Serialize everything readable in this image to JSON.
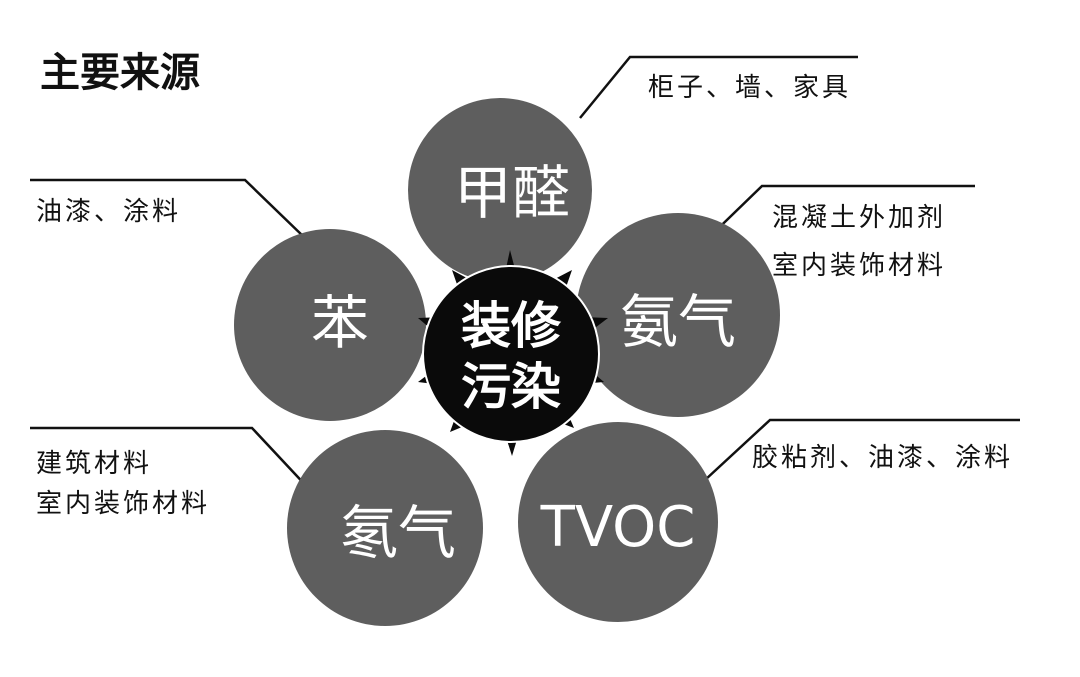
{
  "title": "主要来源",
  "center": {
    "line1": "装修",
    "line2": "污染"
  },
  "petals": {
    "formaldehyde": {
      "label": "甲醛",
      "sources": [
        "柜子、墙、家具"
      ]
    },
    "benzene": {
      "label": "苯",
      "sources": [
        "油漆、涂料"
      ]
    },
    "ammonia": {
      "label": "氨气",
      "sources": [
        "混凝土外加剂",
        "室内装饰材料"
      ]
    },
    "radon": {
      "label": "氡气",
      "sources": [
        "建筑材料",
        "室内装饰材料"
      ]
    },
    "tvoc": {
      "label": "TVOC",
      "sources": [
        "胶粘剂、油漆、涂料"
      ]
    }
  },
  "colors": {
    "petal": "#5e5e5e",
    "center": "#0a0a0a",
    "text": "#111111"
  }
}
